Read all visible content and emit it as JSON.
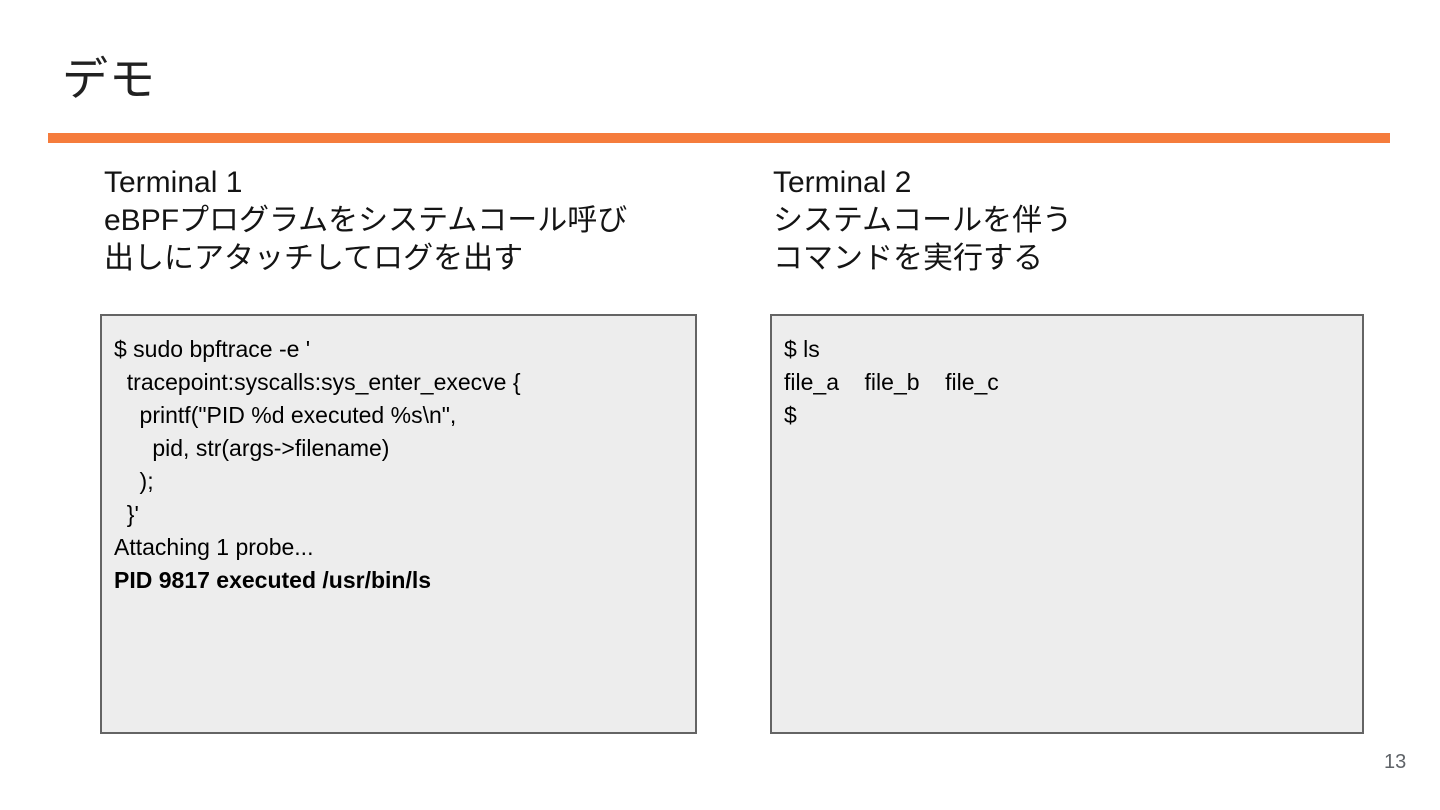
{
  "title": "デモ",
  "page_number": "13",
  "colors": {
    "accent": "#f57c3c",
    "terminal_background": "#ededed",
    "terminal_border": "#646464"
  },
  "terminal1": {
    "heading_lines": [
      "Terminal 1",
      "eBPFプログラムをシステムコール呼び",
      "出しにアタッチしてログを出す"
    ],
    "lines": [
      {
        "text": "$ sudo bpftrace -e '",
        "bold": false
      },
      {
        "text": "  tracepoint:syscalls:sys_enter_execve {",
        "bold": false
      },
      {
        "text": "    printf(\"PID %d executed %s\\n\",",
        "bold": false
      },
      {
        "text": "      pid, str(args->filename)",
        "bold": false
      },
      {
        "text": "    );",
        "bold": false
      },
      {
        "text": "  }'",
        "bold": false
      },
      {
        "text": "Attaching 1 probe...",
        "bold": false
      },
      {
        "text": "PID 9817 executed /usr/bin/ls",
        "bold": true
      }
    ]
  },
  "terminal2": {
    "heading_lines": [
      "Terminal 2",
      "システムコールを伴う",
      "コマンドを実行する"
    ],
    "lines": [
      {
        "text": "$ ls",
        "bold": false
      },
      {
        "text": "file_a    file_b    file_c",
        "bold": false
      },
      {
        "text": "$",
        "bold": false
      }
    ]
  }
}
